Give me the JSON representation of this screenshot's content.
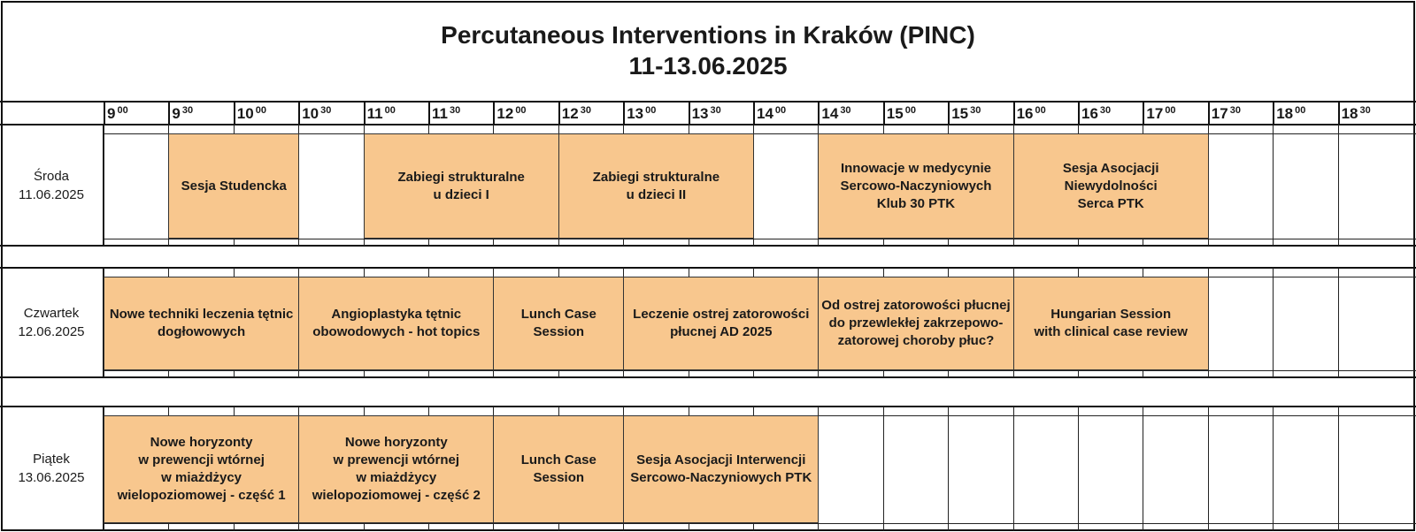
{
  "header": {
    "title": "Percutaneous Interventions in Kraków (PINC)",
    "dates": "11-13.06.2025"
  },
  "time_slots": [
    {
      "hour": "9",
      "minutes": "00"
    },
    {
      "hour": "9",
      "minutes": "30"
    },
    {
      "hour": "10",
      "minutes": "00"
    },
    {
      "hour": "10",
      "minutes": "30"
    },
    {
      "hour": "11",
      "minutes": "00"
    },
    {
      "hour": "11",
      "minutes": "30"
    },
    {
      "hour": "12",
      "minutes": "00"
    },
    {
      "hour": "12",
      "minutes": "30"
    },
    {
      "hour": "13",
      "minutes": "00"
    },
    {
      "hour": "13",
      "minutes": "30"
    },
    {
      "hour": "14",
      "minutes": "00"
    },
    {
      "hour": "14",
      "minutes": "30"
    },
    {
      "hour": "15",
      "minutes": "00"
    },
    {
      "hour": "15",
      "minutes": "30"
    },
    {
      "hour": "16",
      "minutes": "00"
    },
    {
      "hour": "16",
      "minutes": "30"
    },
    {
      "hour": "17",
      "minutes": "00"
    },
    {
      "hour": "17",
      "minutes": "30"
    },
    {
      "hour": "18",
      "minutes": "00"
    },
    {
      "hour": "18",
      "minutes": "30"
    }
  ],
  "days": [
    {
      "name": "Środa",
      "date": "11.06.2025",
      "sessions": [
        {
          "title": "Sesja Studencka",
          "start": "9:30",
          "end": "10:30"
        },
        {
          "title": "Zabiegi strukturalne\nu dzieci I",
          "start": "11:00",
          "end": "12:30"
        },
        {
          "title": "Zabiegi strukturalne\nu dzieci  II",
          "start": "12:30",
          "end": "14:00"
        },
        {
          "title": "Innowacje w medycynie\nSercowo-Naczyniowych\nKlub 30 PTK",
          "start": "14:30",
          "end": "16:00"
        },
        {
          "title": "Sesja Asocjacji Niewydolności\nSerca PTK",
          "start": "16:00",
          "end": "17:30"
        }
      ]
    },
    {
      "name": "Czwartek",
      "date": "12.06.2025",
      "sessions": [
        {
          "title": "Nowe techniki leczenia tętnic\ndogłowowych",
          "start": "9:00",
          "end": "10:30"
        },
        {
          "title": "Angioplastyka tętnic\nobowodowych - hot topics",
          "start": "10:30",
          "end": "12:00"
        },
        {
          "title": "Lunch Case Session",
          "start": "12:00",
          "end": "13:00"
        },
        {
          "title": "Leczenie ostrej zatorowości\npłucnej AD 2025",
          "start": "13:00",
          "end": "14:30"
        },
        {
          "title": "Od ostrej zatorowości płucnej\ndo przewlekłej zakrzepowo-\nzatorowej choroby płuc?",
          "start": "14:30",
          "end": "16:00"
        },
        {
          "title": "Hungarian Session\nwith clinical case review",
          "start": "16:00",
          "end": "17:30"
        }
      ]
    },
    {
      "name": "Piątek",
      "date": "13.06.2025",
      "sessions": [
        {
          "title": "Nowe horyzonty\nw prewencji wtórnej\nw miażdżycy\nwielopoziomowej - część 1",
          "start": "9:00",
          "end": "10:30"
        },
        {
          "title": "Nowe horyzonty\nw prewencji wtórnej\nw miażdżycy\nwielopoziomowej - część 2",
          "start": "10:30",
          "end": "12:00"
        },
        {
          "title": "Lunch Case Session",
          "start": "12:00",
          "end": "13:00"
        },
        {
          "title": "Sesja Asocjacji Interwencji\nSercowo-Naczyniowych PTK",
          "start": "13:00",
          "end": "14:30"
        }
      ]
    }
  ],
  "colors": {
    "session_fill": "#f8c78e",
    "grid": "#111111"
  }
}
